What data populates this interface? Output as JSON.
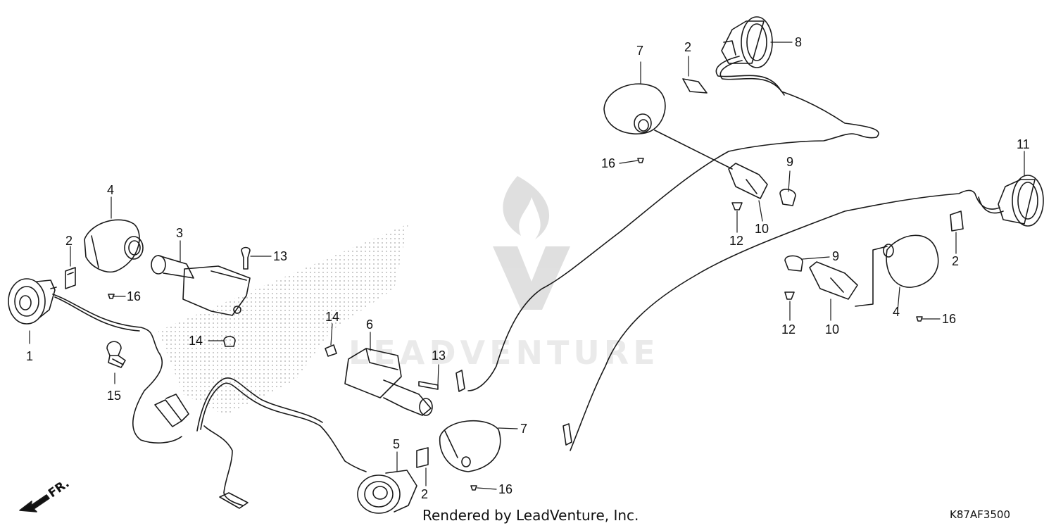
{
  "diagram": {
    "callouts": {
      "c1": "1",
      "c2a": "2",
      "c2b": "2",
      "c2c": "2",
      "c2d": "2",
      "c3": "3",
      "c4a": "4",
      "c4b": "4",
      "c5": "5",
      "c6": "6",
      "c7a": "7",
      "c7b": "7",
      "c8": "8",
      "c9a": "9",
      "c9b": "9",
      "c10a": "10",
      "c10b": "10",
      "c11": "11",
      "c12a": "12",
      "c12b": "12",
      "c13a": "13",
      "c13b": "13",
      "c14a": "14",
      "c14b": "14",
      "c15": "15",
      "c16a": "16",
      "c16b": "16",
      "c16c": "16",
      "c16d": "16"
    },
    "front_indicator": "FR.",
    "watermark_text": "LEADVENTURE",
    "footer": {
      "rendered_by": "Rendered by LeadVenture, Inc.",
      "diagram_code": "K87AF3500"
    }
  }
}
